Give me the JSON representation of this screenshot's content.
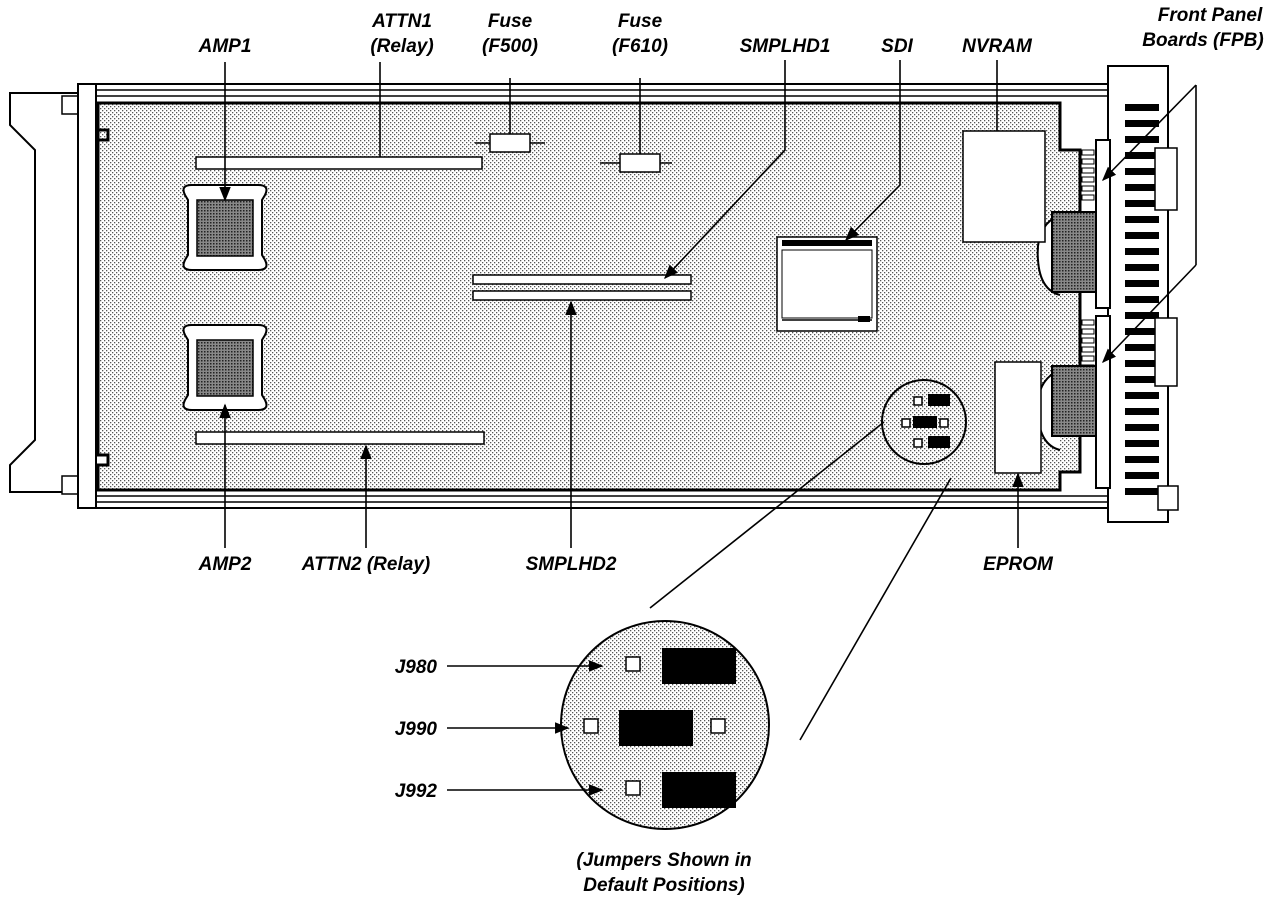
{
  "labels": {
    "amp1": "AMP1",
    "attn1_line1": "ATTN1",
    "attn1_line2": "(Relay)",
    "fuse_f500_line1": "Fuse",
    "fuse_f500_line2": "(F500)",
    "fuse_f610_line1": "Fuse",
    "fuse_f610_line2": "(F610)",
    "smplhd1": "SMPLHD1",
    "sdi": "SDI",
    "nvram": "NVRAM",
    "fpb_line1": "Front Panel",
    "fpb_line2": "Boards (FPB)",
    "amp2": "AMP2",
    "attn2": "ATTN2 (Relay)",
    "smplhd2": "SMPLHD2",
    "eprom": "EPROM",
    "j980": "J980",
    "j990": "J990",
    "j992": "J992",
    "caption_line1": "(Jumpers Shown in",
    "caption_line2": "Default Positions)"
  }
}
